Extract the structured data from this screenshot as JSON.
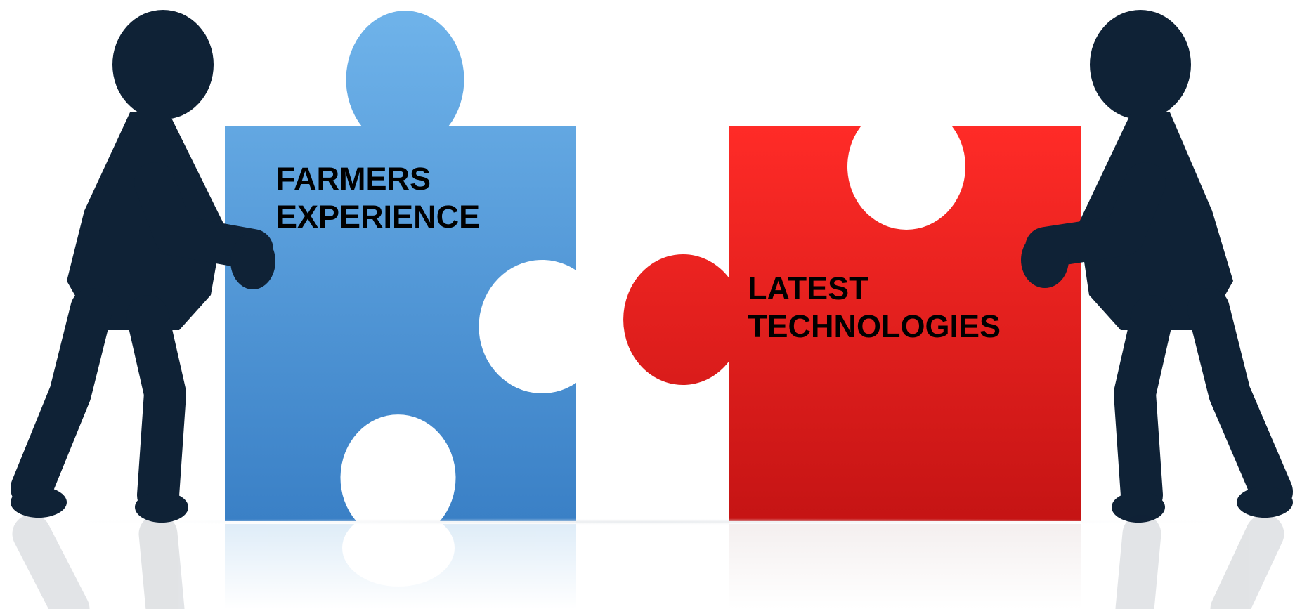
{
  "colors": {
    "background": "#ffffff",
    "figure": "#0f2236",
    "blue_piece_light": "#6cb0e8",
    "blue_piece_dark": "#3c82c8",
    "red_piece_light": "#ff2a26",
    "red_piece_dark": "#c81414",
    "label_text": "#000000"
  },
  "left_piece": {
    "icon": "blue-puzzle-piece-icon",
    "lines": [
      "FARMERS",
      "EXPERIENCE"
    ]
  },
  "right_piece": {
    "icon": "red-puzzle-piece-icon",
    "lines": [
      "LATEST",
      "TECHNOLOGIES"
    ]
  },
  "figures": {
    "left": "stick-figure-left-icon",
    "right": "stick-figure-right-icon"
  }
}
